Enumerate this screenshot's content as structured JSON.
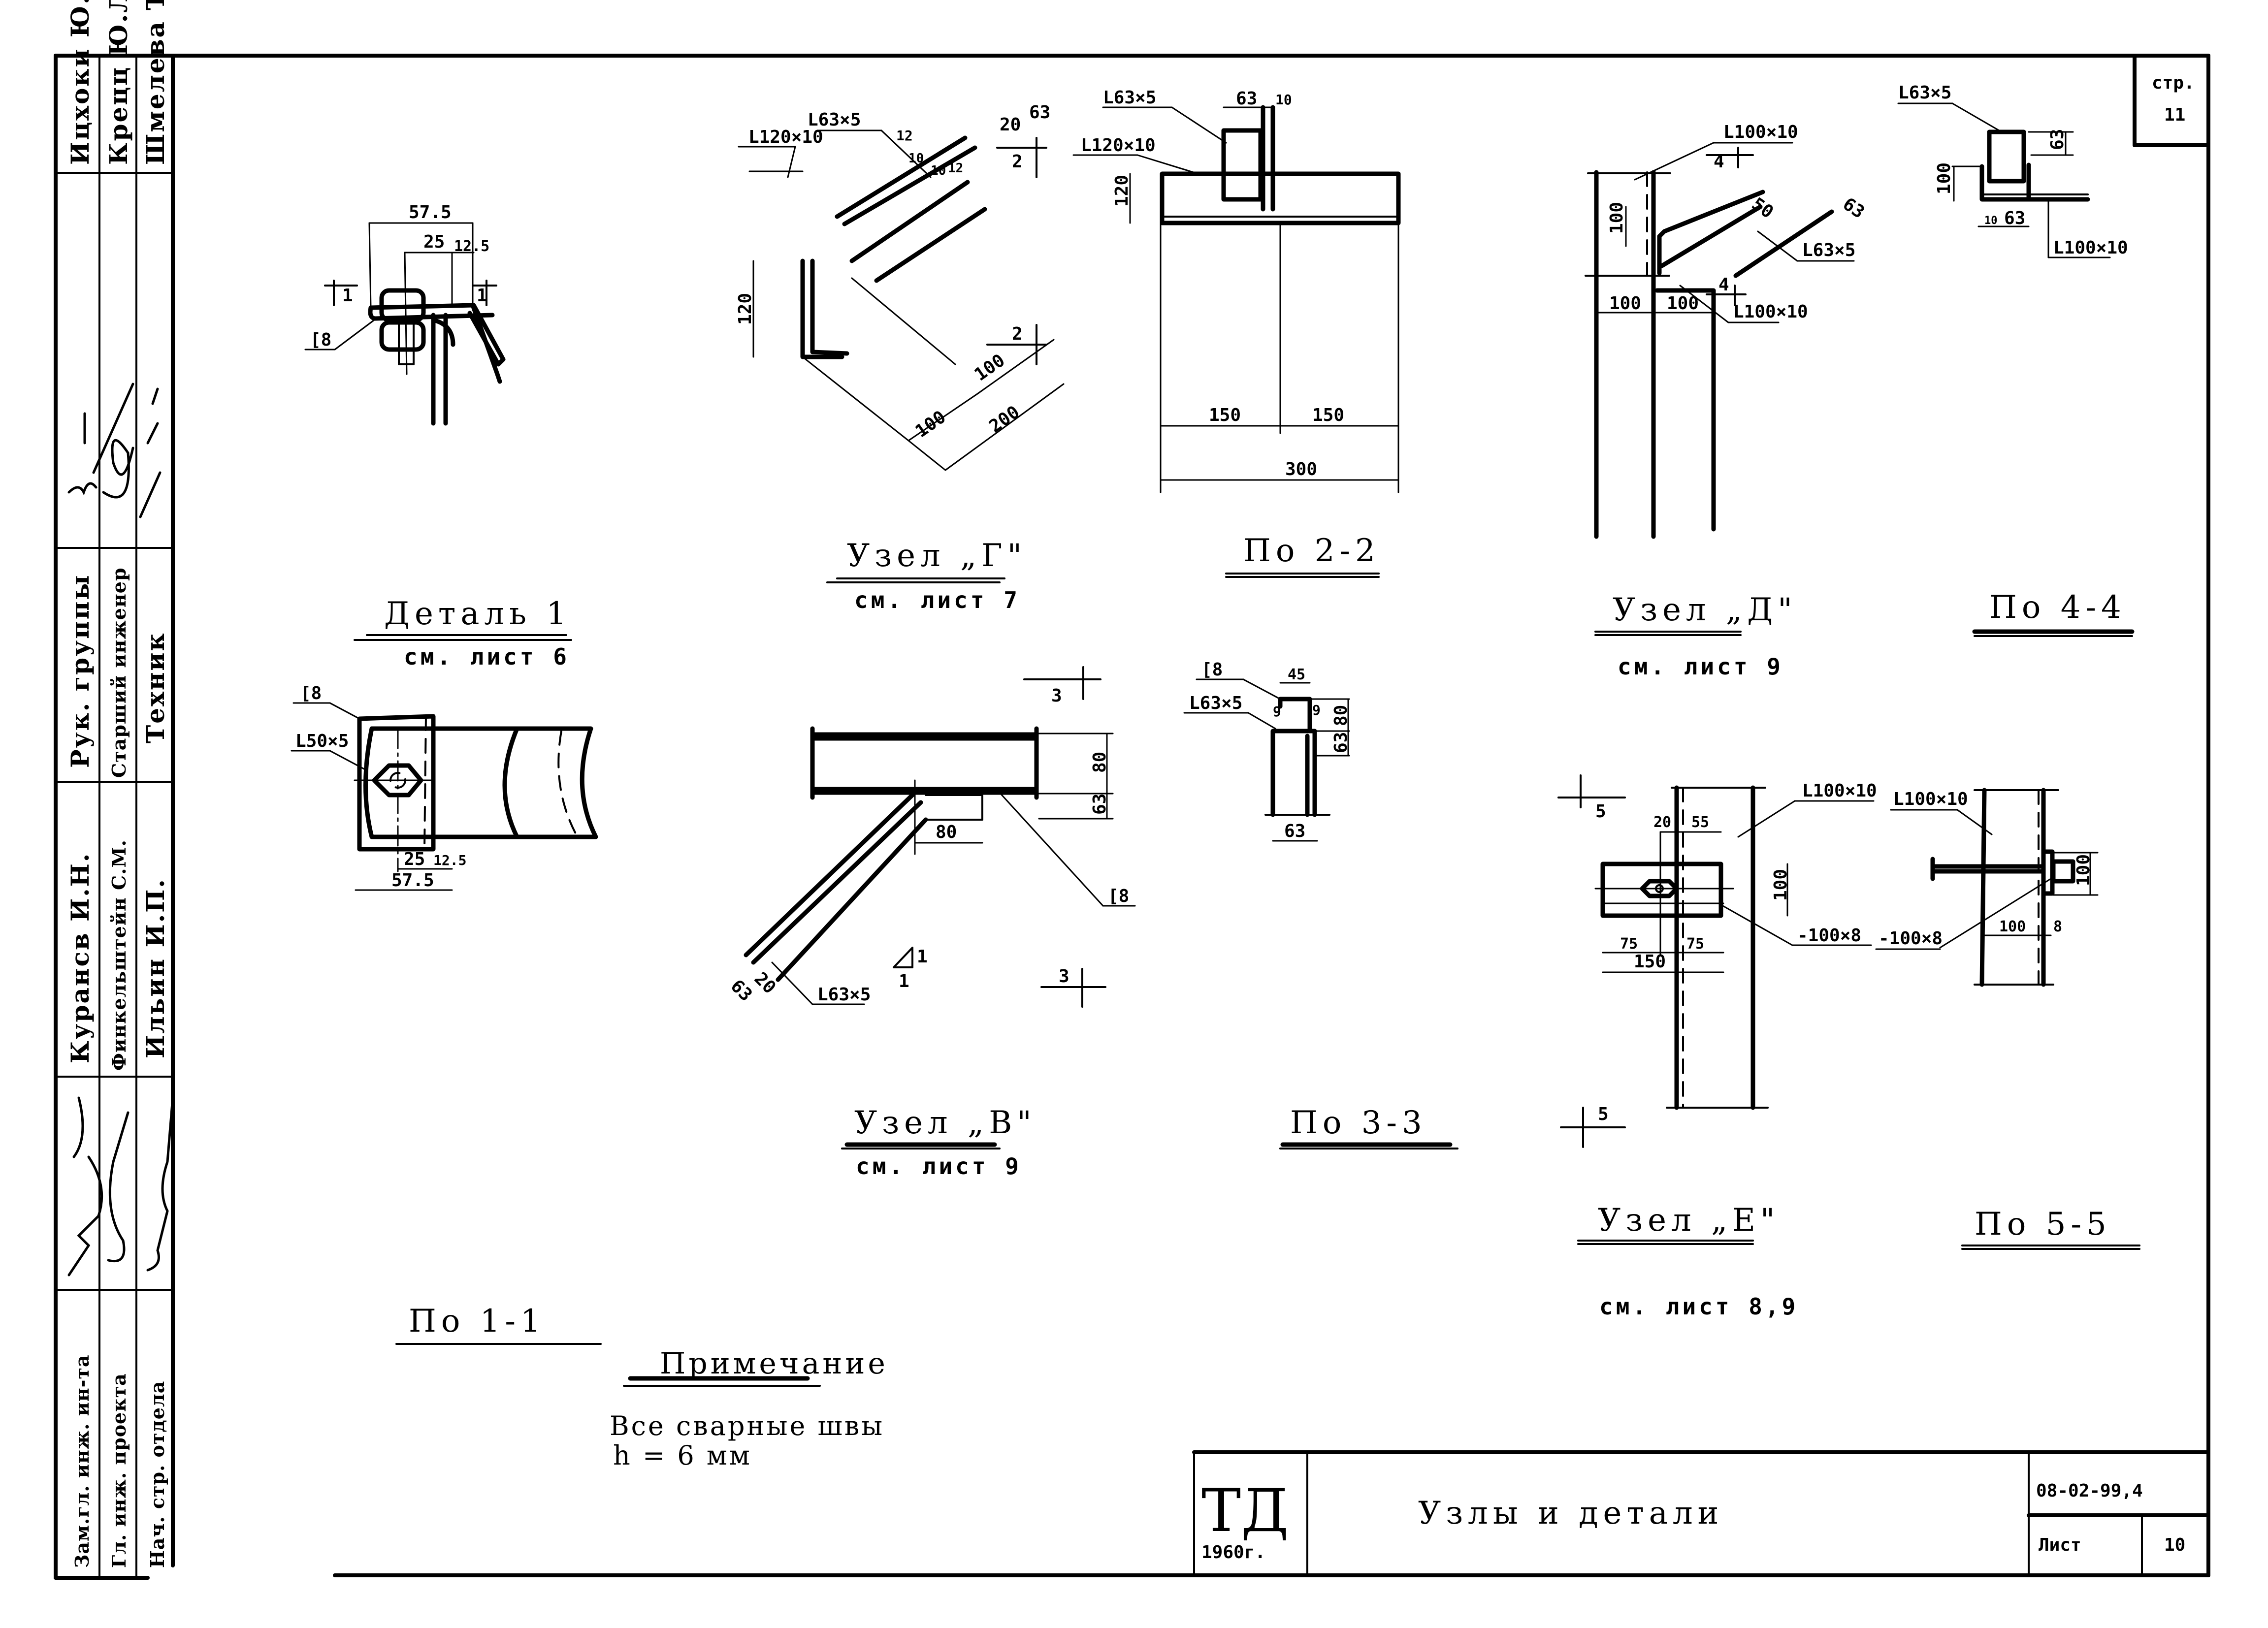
{
  "sheet": {
    "page_label": "стр.",
    "page_number": "11",
    "title_block": {
      "logo": "ТД",
      "year": "1960г.",
      "title": "Узлы и детали",
      "code": "08-02-99,4",
      "sheet_label": "Лист",
      "sheet_number": "10"
    }
  },
  "stamp": {
    "names": [
      "Ицхоки Ю.Я.",
      "Крецц Ю.Л.",
      "Шмелева Т.П."
    ],
    "roles_top": [
      "Рук. группы",
      "Старший инженер",
      "Техник"
    ],
    "names_mid": [
      "Курансв И.Н.",
      "Финкельштейн С.М.",
      "Ильин И.П."
    ],
    "roles_bottom": [
      "Зам.гл. инж. ин-та",
      "Гл. инж. проекта",
      "Нач. стр. отдела"
    ]
  },
  "views": {
    "detail1": {
      "title": "Деталь 1",
      "ref": "см. лист 6",
      "dims": [
        "57.5",
        "25",
        "12.5"
      ],
      "section_marks": [
        "1",
        "1"
      ],
      "labels": [
        "[8"
      ]
    },
    "nodeG": {
      "title": "Узел „Г\"",
      "ref": "см. лист 7",
      "labels": [
        "L63×5",
        "L120×10"
      ],
      "dims": [
        "63",
        "20",
        "12",
        "10",
        "10",
        "12",
        "120",
        "100",
        "100",
        "200"
      ],
      "section_marks": [
        "2",
        "2"
      ]
    },
    "sec22": {
      "title": "По 2-2",
      "labels": [
        "L63×5",
        "L120×10"
      ],
      "dims": [
        "63",
        "10",
        "120",
        "150",
        "150",
        "300"
      ]
    },
    "nodeD": {
      "title": "Узел „Д\"",
      "ref": "см. лист 9",
      "labels": [
        "L100×10",
        "L63×5",
        "L100×10"
      ],
      "dims": [
        "63",
        "50",
        "100",
        "100",
        "100"
      ],
      "section_marks": [
        "4",
        "4"
      ]
    },
    "sec44": {
      "title": "По 4-4",
      "labels": [
        "L63×5",
        "L100×10"
      ],
      "dims": [
        "63",
        "100",
        "10",
        "63"
      ]
    },
    "sec11": {
      "title": "По 1-1",
      "labels": [
        "[8",
        "L50×5"
      ],
      "dims": [
        "25",
        "12.5",
        "57.5"
      ]
    },
    "nodeV": {
      "title": "Узел „В\"",
      "ref": "см. лист 9",
      "labels": [
        "[8",
        "L63×5"
      ],
      "dims": [
        "80",
        "63",
        "80",
        "20",
        "63"
      ],
      "slope": [
        "1",
        "1"
      ],
      "section_marks": [
        "3",
        "3"
      ]
    },
    "sec33": {
      "title": "По 3-3",
      "labels": [
        "[8",
        "L63×5"
      ],
      "dims": [
        "45",
        "9",
        "9",
        "80",
        "63",
        "63"
      ]
    },
    "nodeE": {
      "title": "Узел „Е\"",
      "ref": "см. лист 8,9",
      "labels": [
        "L100×10",
        "-100×8"
      ],
      "dims": [
        "20",
        "55",
        "100",
        "75",
        "75",
        "150"
      ],
      "section_marks": [
        "5",
        "5"
      ]
    },
    "sec55": {
      "title": "По 5-5",
      "labels": [
        "L100×10",
        "-100×8"
      ],
      "dims": [
        "100",
        "100",
        "8"
      ]
    }
  },
  "note": {
    "heading": "Примечание",
    "line1": "Все сварные швы",
    "line2": "h = 6 мм"
  }
}
